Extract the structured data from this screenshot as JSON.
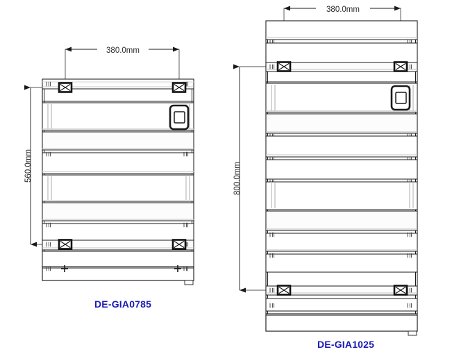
{
  "document": {
    "type": "technical-drawing",
    "subject": "Towel rail radiator front elevations",
    "units": "mm",
    "background_color": "#ffffff",
    "line_color": "#1a1a1a",
    "label_color": "#1a1ab4"
  },
  "drawings": [
    {
      "id": "left",
      "part_number": "DE-GIA0785",
      "width_dimension": "380.0mm",
      "height_dimension": "560.0mm",
      "bracket_count": 4,
      "valve_marks": 2,
      "has_control_box": true,
      "bar_count": 9
    },
    {
      "id": "right",
      "part_number": "DE-GIA1025",
      "width_dimension": "380.0mm",
      "height_dimension": "800.0mm",
      "bracket_count": 4,
      "valve_marks": 0,
      "has_control_box": true,
      "bar_count": 13
    }
  ],
  "dimensions": {
    "left_width_label": "380.0mm",
    "left_height_label": "560.0mm",
    "right_width_label": "380.0mm",
    "right_height_label": "800.0mm"
  },
  "labels": {
    "left_part": "DE-GIA0785",
    "right_part": "DE-GIA1025"
  },
  "icons": {
    "bracket": "bracket-x-icon",
    "valve": "valve-plus-icon",
    "control": "control-panel-icon",
    "arrow": "dimension-arrow-icon"
  }
}
